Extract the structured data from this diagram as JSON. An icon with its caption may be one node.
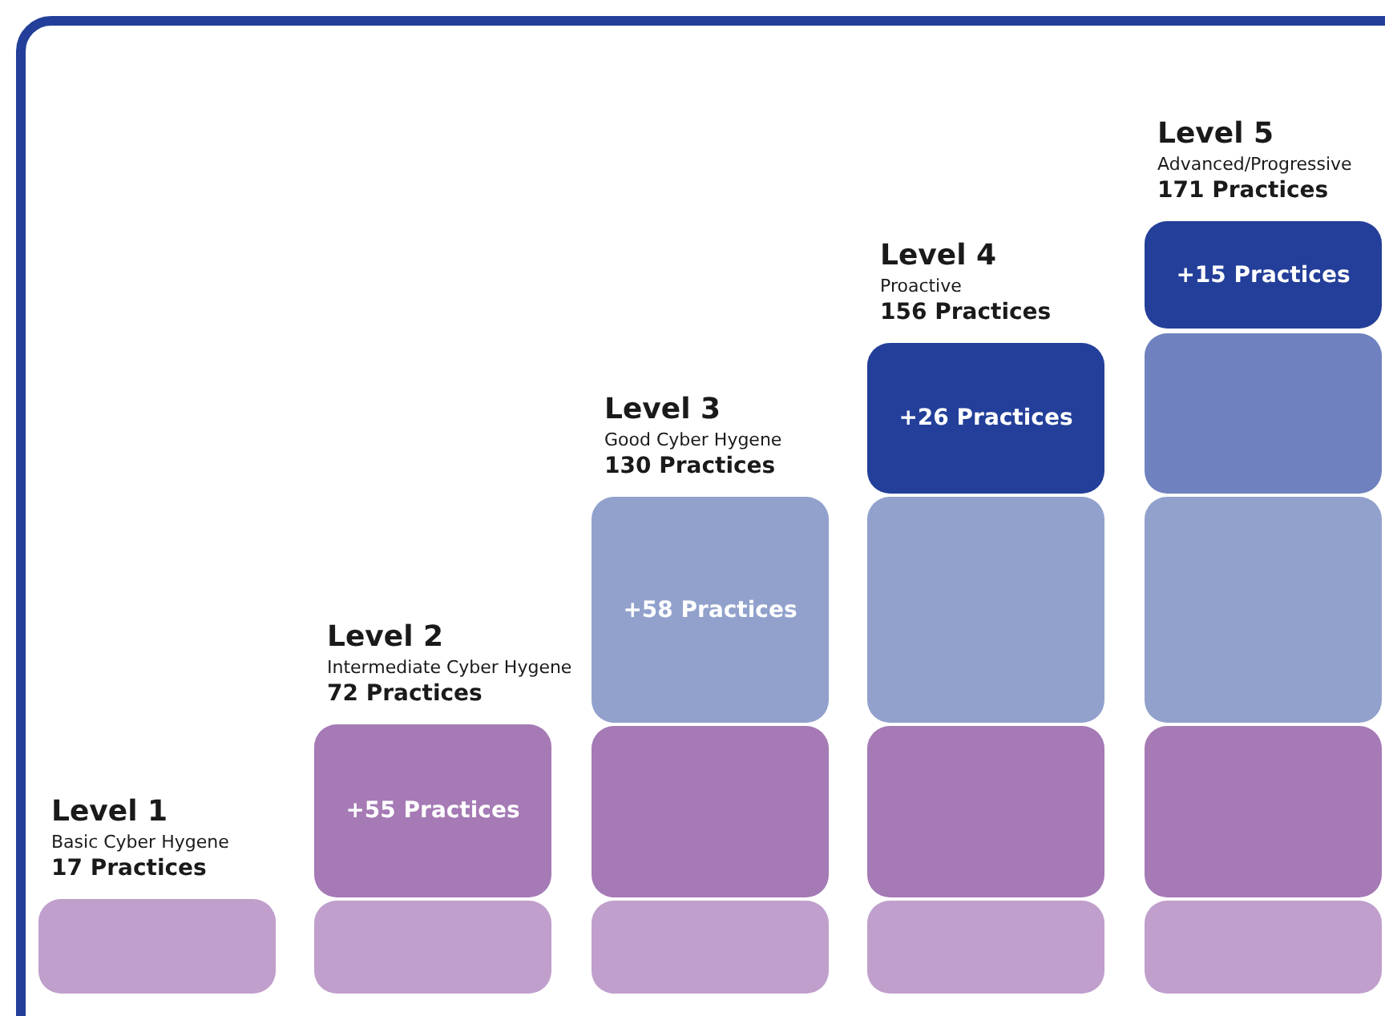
{
  "diagram": {
    "nodes": [
      {
        "text": [],
        "shape": "box",
        "beside": [
          "Level 1",
          "Basic Cyber Hygene",
          "17 Practices"
        ]
      },
      {
        "text": [
          "+55 Practices"
        ],
        "beside": [
          "Level 2",
          "Intermediate Cyber Hygene",
          "72 Practices"
        ]
      },
      {
        "text": [],
        "shape": "box"
      },
      {
        "text": [
          "+58 Practices"
        ],
        "beside": [
          "Level 3",
          "Good Cyber Hygene",
          "130 Practices"
        ]
      },
      {
        "text": [],
        "shape": "box"
      },
      {
        "text": [],
        "shape": "box"
      },
      {
        "text": [
          "+26 Practices"
        ],
        "beside": [
          "Level 4",
          "Proactive",
          "156 Practices"
        ]
      },
      {
        "text": [],
        "shape": "box"
      },
      {
        "text": [],
        "shape": "box"
      },
      {
        "text": [],
        "shape": "box"
      },
      {
        "text": [
          "+15 Practices"
        ],
        "beside": [
          "Level 5",
          "Advanced/Progressive",
          "171 Practices"
        ]
      },
      {
        "text": [],
        "shape": "box"
      },
      {
        "text": [],
        "shape": "box"
      },
      {
        "text": [],
        "shape": "box"
      },
      {
        "text": [],
        "shape": "box"
      }
    ]
  }
}
